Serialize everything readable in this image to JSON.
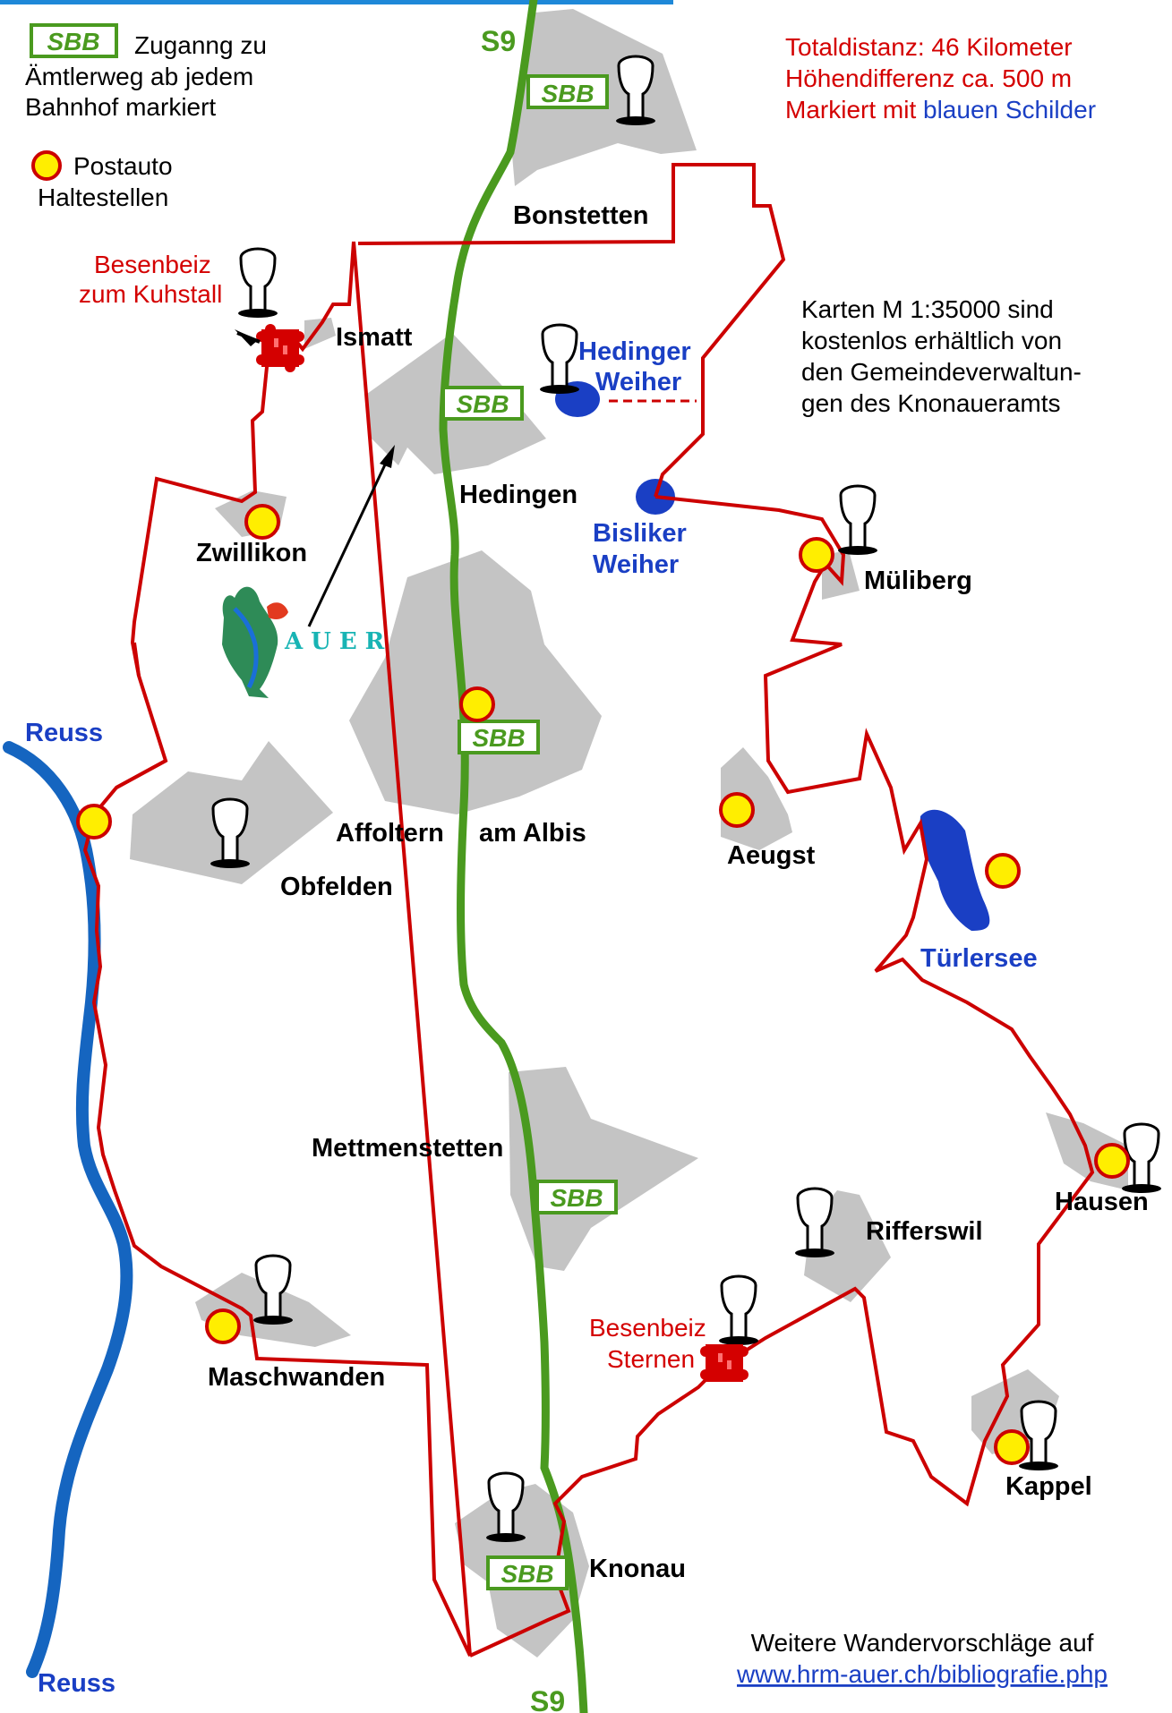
{
  "legend": {
    "sbb_badge": "SBB",
    "sbb_text_line1": "Zuganng zu",
    "sbb_text_line2": "Ämtlerweg ab jedem",
    "sbb_text_line3": "Bahnhof markiert",
    "bus_text_line1": "Postauto",
    "bus_text_line2": "Haltestellen"
  },
  "info": {
    "line1": "Totaldistanz: 46 Kilometer",
    "line2": "Höhendifferenz ca. 500 m",
    "line3_prefix": "Markiert mit ",
    "line3_blue": "blauen Schilder"
  },
  "maps_note": {
    "line1": "Karten M 1:35000 sind",
    "line2": "kostenlos erhältlich von",
    "line3": "den Gemeindeverwaltun-",
    "line4": "gen des Knonaueramts"
  },
  "footer": {
    "line1": "Weitere Wandervorschläge auf",
    "link": "www.hrm-auer.ch/bibliografie.php"
  },
  "rail_line": "S9",
  "sbb_label": "SBB",
  "logo_text": "AUER",
  "places": {
    "bonstetten": "Bonstetten",
    "ismatt": "Ismatt",
    "hedingen": "Hedingen",
    "zwillikon": "Zwillikon",
    "affoltern_1": "Affoltern",
    "affoltern_2": "am Albis",
    "obfelden": "Obfelden",
    "mueliberg": "Müliberg",
    "aeugst": "Aeugst",
    "mettmenstetten": "Mettmenstetten",
    "rifferswil": "Rifferswil",
    "hausen": "Hausen",
    "kappel": "Kappel",
    "maschwanden": "Maschwanden",
    "knonau": "Knonau"
  },
  "waters": {
    "reuss_top": "Reuss",
    "reuss_bottom": "Reuss",
    "hedinger_1": "Hedinger",
    "hedinger_2": "Weiher",
    "bisliker_1": "Bisliker",
    "bisliker_2": "Weiher",
    "tuerlersee": "Türlersee"
  },
  "inns": {
    "kuhstall_1": "Besenbeiz",
    "kuhstall_2": "zum Kuhstall",
    "sternen_1": "Besenbeiz",
    "sternen_2": "Sternen"
  },
  "colors": {
    "route": "#cc0000",
    "rail": "#4a9a1f",
    "river": "#1565c0",
    "water_label": "#1a3fc4",
    "town": "#c4c4c4",
    "bus_stop": "#ffee00"
  }
}
